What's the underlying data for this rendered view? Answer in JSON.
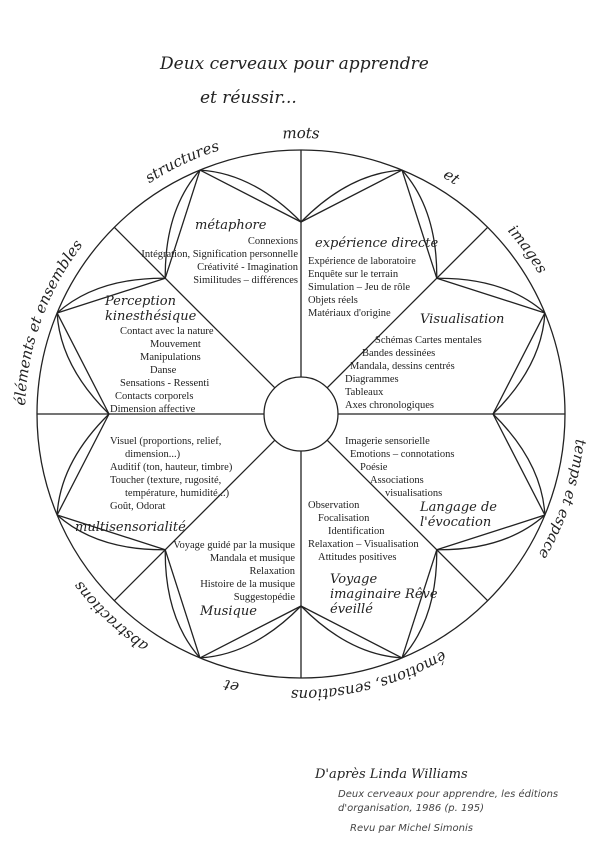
{
  "title": {
    "line1": "Deux cerveaux pour apprendre",
    "line2": "et réussir..."
  },
  "outer_ring": [
    {
      "text": "éléments et ensembles",
      "pos": 5.5
    },
    {
      "text": "structures",
      "pos": 18
    },
    {
      "text": "mots",
      "pos": 25
    },
    {
      "text": "et",
      "pos": 34
    },
    {
      "text": "images",
      "pos": 40
    },
    {
      "text": "temps et espace",
      "pos": 55
    },
    {
      "text": "émotions, sensations",
      "pos": 71
    },
    {
      "text": "et",
      "pos": 79
    },
    {
      "text": "abstractions",
      "pos": 87
    }
  ],
  "sectors": [
    {
      "title": "expérience directe",
      "items": [
        "Expérience de laboratoire",
        "Enquête sur le terrain",
        "Simulation – Jeu de rôle",
        "Objets réels",
        "Matériaux d'origine"
      ]
    },
    {
      "title": "Visualisation",
      "items": [
        "Schémas  Cartes mentales",
        "Bandes dessinées",
        "Mandala, dessins centrés",
        "Diagrammes",
        "Tableaux",
        "Axes chronologiques"
      ]
    },
    {
      "title": "Langage de l'évocation",
      "items": [
        "Imagerie sensorielle",
        "Emotions – connotations",
        "Poésie",
        "Associations",
        "visualisations"
      ]
    },
    {
      "title": "Voyage imaginaire Rêve éveillé",
      "items": [
        "Observation",
        "Focalisation",
        "Identification",
        "Relaxation – Visualisation",
        "Attitudes positives"
      ]
    },
    {
      "title": "Musique",
      "items": [
        "Voyage guidé par la musique",
        "Mandala et musique",
        "Relaxation",
        "Histoire de la musique",
        "Suggestopédie"
      ]
    },
    {
      "title": "multisensorialité",
      "items": [
        "Visuel (proportions, relief,",
        "dimension...)",
        "Auditif (ton, hauteur, timbre)",
        "Toucher (texture, rugosité,",
        "température, humidité...)",
        "Goût, Odorat"
      ]
    },
    {
      "title": "Perception kinesthésique",
      "items": [
        "Dimension affective",
        "Contacts corporels",
        "Sensations - Ressenti",
        "Danse",
        "Manipulations",
        "Mouvement",
        "Contact avec la nature"
      ]
    },
    {
      "title": "métaphore",
      "items": [
        "Connexions",
        "Intégration, Signification personnelle",
        "Créativité - Imagination",
        "Similitudes – différences"
      ]
    }
  ],
  "footer": {
    "author": "D'après Linda Williams",
    "ref1": "Deux cerveaux pour apprendre, les éditions",
    "ref2": "d'organisation, 1986 (p. 195)",
    "revised": "Revu par Michel Simonis"
  }
}
